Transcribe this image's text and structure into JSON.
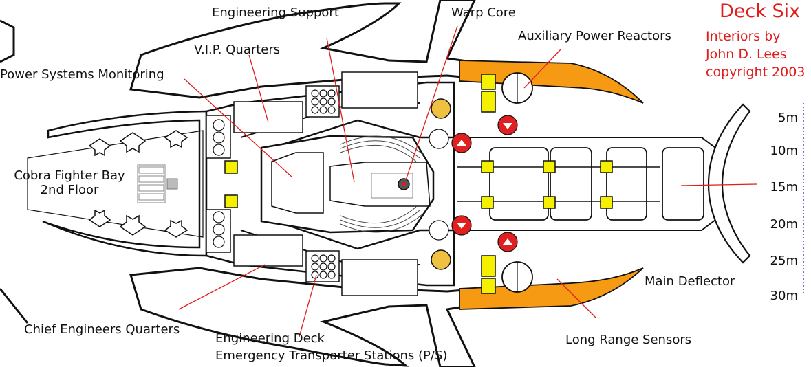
{
  "title": "Deck Six",
  "credit": [
    "Interiors by",
    "John D. Lees",
    "copyright 2003"
  ],
  "labels": {
    "engineering_support": "Engineering Support",
    "warp_core": "Warp Core",
    "auxiliary_power_reactors": "Auxiliary Power Reactors",
    "vip_quarters": "V.I.P. Quarters",
    "power_systems_monitoring": "Power Systems Monitoring",
    "cobra_fighter_bay_line1": "Cobra Fighter Bay",
    "cobra_fighter_bay_line2": "2nd Floor",
    "main_deflector": "Main Deflector",
    "chief_engineers_quarters": "Chief Engineers Quarters",
    "engineering_deck": "Engineering Deck",
    "emergency_transporter_stations": "Emergency Transporter Stations (P/S)",
    "long_range_sensors": "Long Range Sensors"
  },
  "scale": {
    "ticks": [
      "5m",
      "10m",
      "15m",
      "20m",
      "25m",
      "30m"
    ]
  },
  "colors": {
    "label_red": "#e21b1b",
    "console_yellow": "#f5ef00",
    "reactor_orange": "#f59a12",
    "hatch_red": "#e02020",
    "core_amber": "#f0c040",
    "outline": "#111111",
    "scale_blue": "#3a46c8"
  }
}
